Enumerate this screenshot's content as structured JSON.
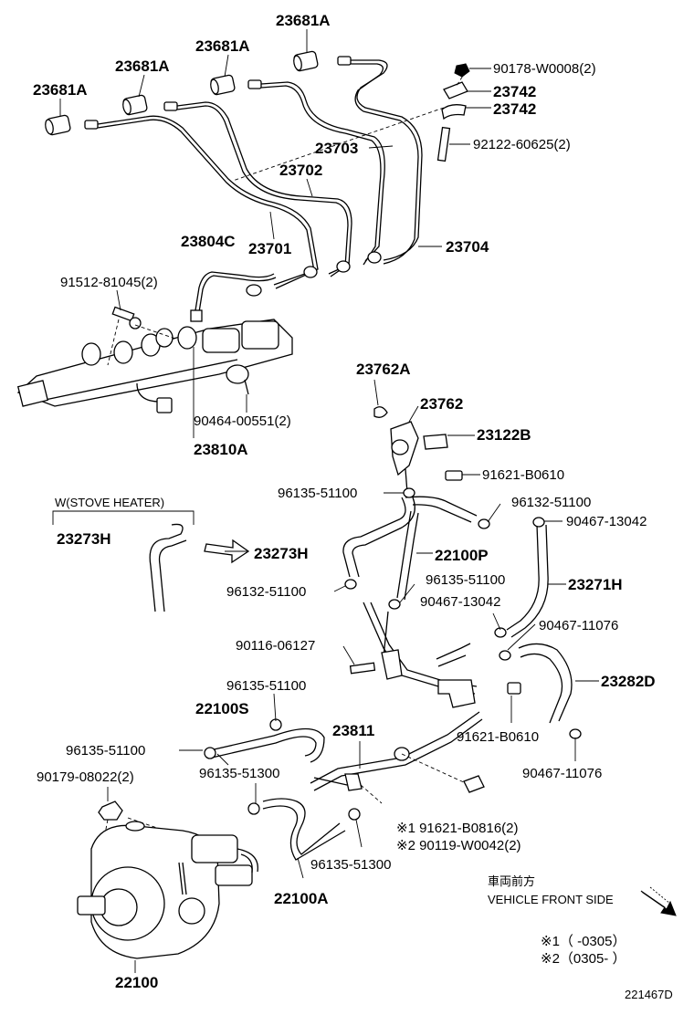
{
  "labels": {
    "l01": "23681A",
    "l02": "23681A",
    "l03": "23681A",
    "l04": "23681A",
    "l05": "90178-W0008(2)",
    "l06": "23742",
    "l07": "23742",
    "l08": "92122-60625(2)",
    "l09": "23703",
    "l10": "23702",
    "l11": "23804C",
    "l12": "23701",
    "l13": "23704",
    "l14": "91512-81045(2)",
    "l15": "90464-00551(2)",
    "l16": "23810A",
    "l17": "23762A",
    "l18": "23762",
    "l19": "23122B",
    "l20": "91621-B0610",
    "l21": "96135-51100",
    "l22": "96132-51100",
    "l23": "90467-13042",
    "l24": "W(STOVE HEATER)",
    "l25": "23273H",
    "l26": "23273H",
    "l27": "22100P",
    "l28": "96135-51100",
    "l29": "23271H",
    "l30": "96132-51100",
    "l31": "90467-13042",
    "l32": "90467-11076",
    "l33": "90116-06127",
    "l34": "23282D",
    "l35": "96135-51100",
    "l36": "22100S",
    "l37": "23811",
    "l38": "91621-B0610",
    "l39": "96135-51100",
    "l40": "90179-08022(2)",
    "l41": "96135-51300",
    "l42": "90467-11076",
    "l43": "※1  91621-B0816(2)",
    "l44": "※2  90119-W0042(2)",
    "l45": "96135-51300",
    "l46": "22100A",
    "l47": "22100"
  },
  "direction": {
    "jp": "車両前方",
    "en": "VEHICLE FRONT SIDE"
  },
  "notes": {
    "n1": "※1（       -0305）",
    "n2": "※2（0305-        ）"
  },
  "figure_id": "221467D"
}
